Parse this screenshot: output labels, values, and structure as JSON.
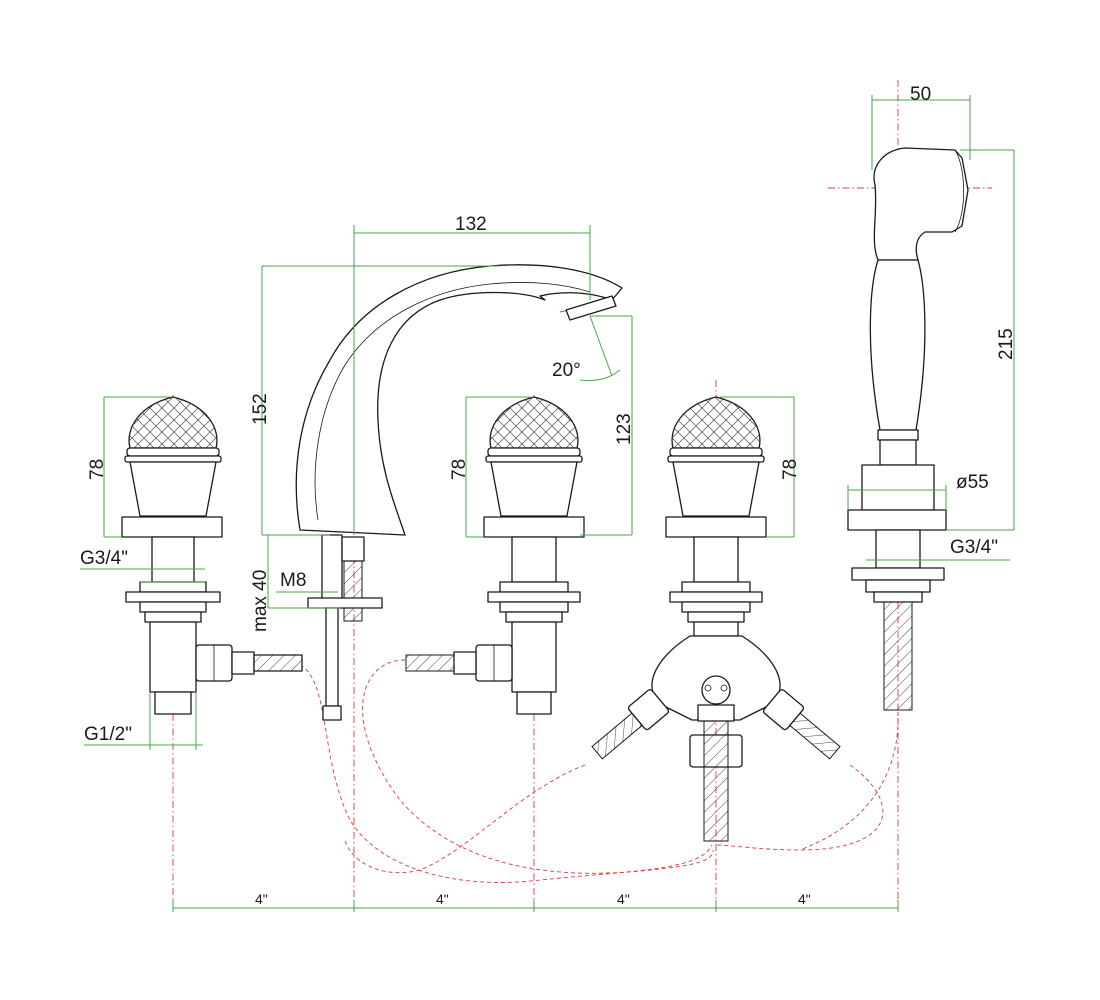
{
  "dimensions": {
    "spout_reach": "132",
    "spout_height": "152",
    "spout_angle": "20°",
    "outlet_height": "123",
    "handshower_width": "50",
    "handshower_height": "215",
    "flange_diameter": "ø55",
    "handle_height_left": "78",
    "handle_height_mid": "78",
    "handle_height_right": "78",
    "thread_left": "G3/4\"",
    "thread_right": "G3/4\"",
    "inlet_thread": "G1/2\"",
    "deck_thickness": "max 40",
    "spout_bolt": "M8",
    "spacing_1": "4\"",
    "spacing_2": "4\"",
    "spacing_3": "4\"",
    "spacing_4": "4\""
  },
  "colors": {
    "outline": "#1a1a1a",
    "dimension_lines": "#49a64a",
    "center_lines": "#e03a3a",
    "hoses": "#e03a3a"
  }
}
